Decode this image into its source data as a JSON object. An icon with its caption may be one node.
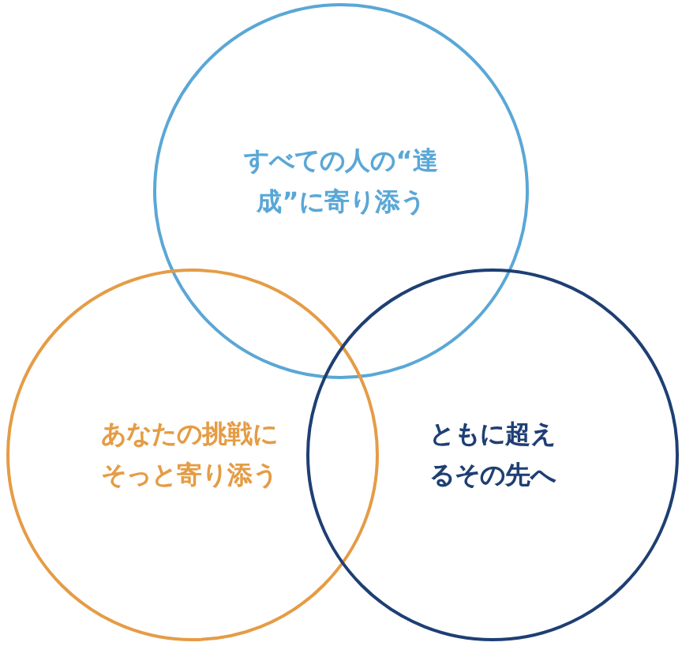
{
  "diagram": {
    "nodes": [
      {
        "text": [
          "すべての人の“達成”に寄り添う"
        ]
      },
      {
        "text": [
          "あなたの挑戦にそっと寄り添う"
        ]
      },
      {
        "text": [
          "ともに超えるその先へ"
        ]
      }
    ]
  }
}
